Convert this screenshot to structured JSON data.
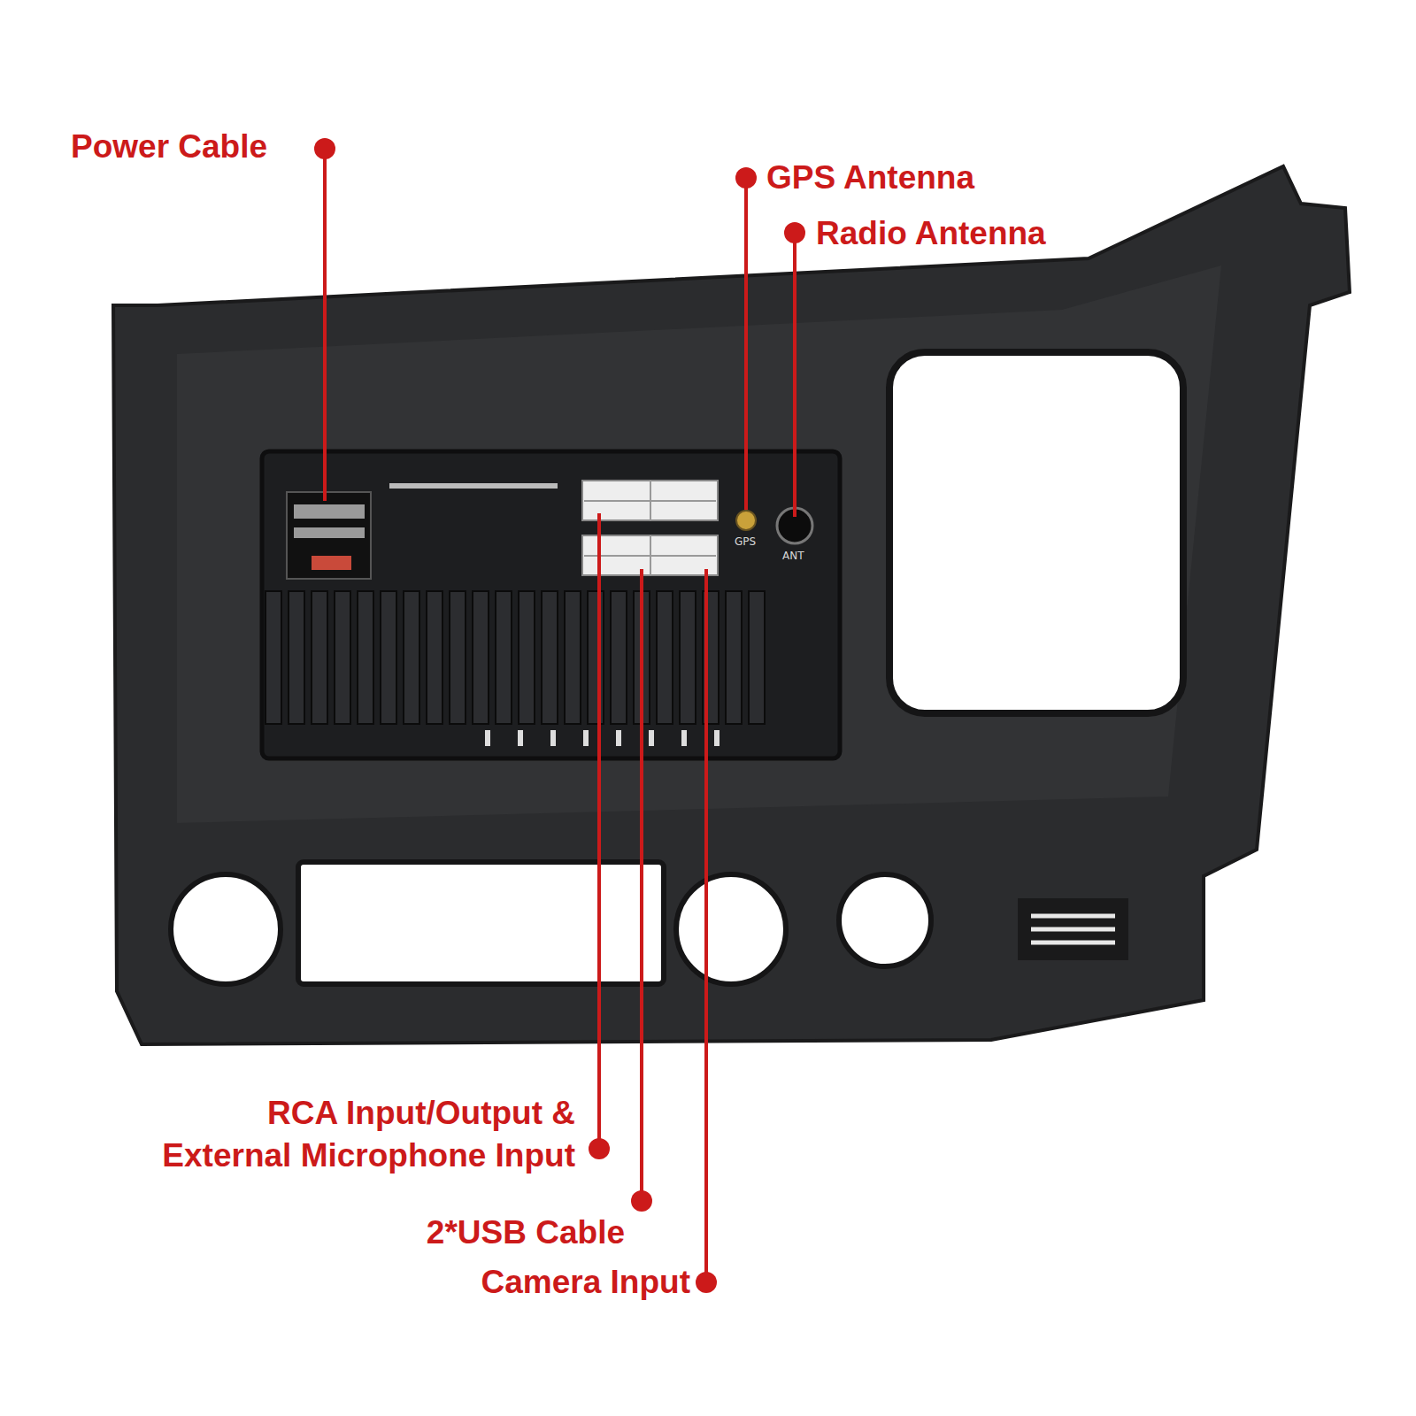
{
  "diagram": {
    "labels": [
      "Power Cable",
      "GPS Antenna",
      "Radio Antenna",
      "RCA Input/Output & External Microphone Input",
      "2*USB Cable",
      "Camera Input",
      "GPS",
      "ANT"
    ]
  }
}
